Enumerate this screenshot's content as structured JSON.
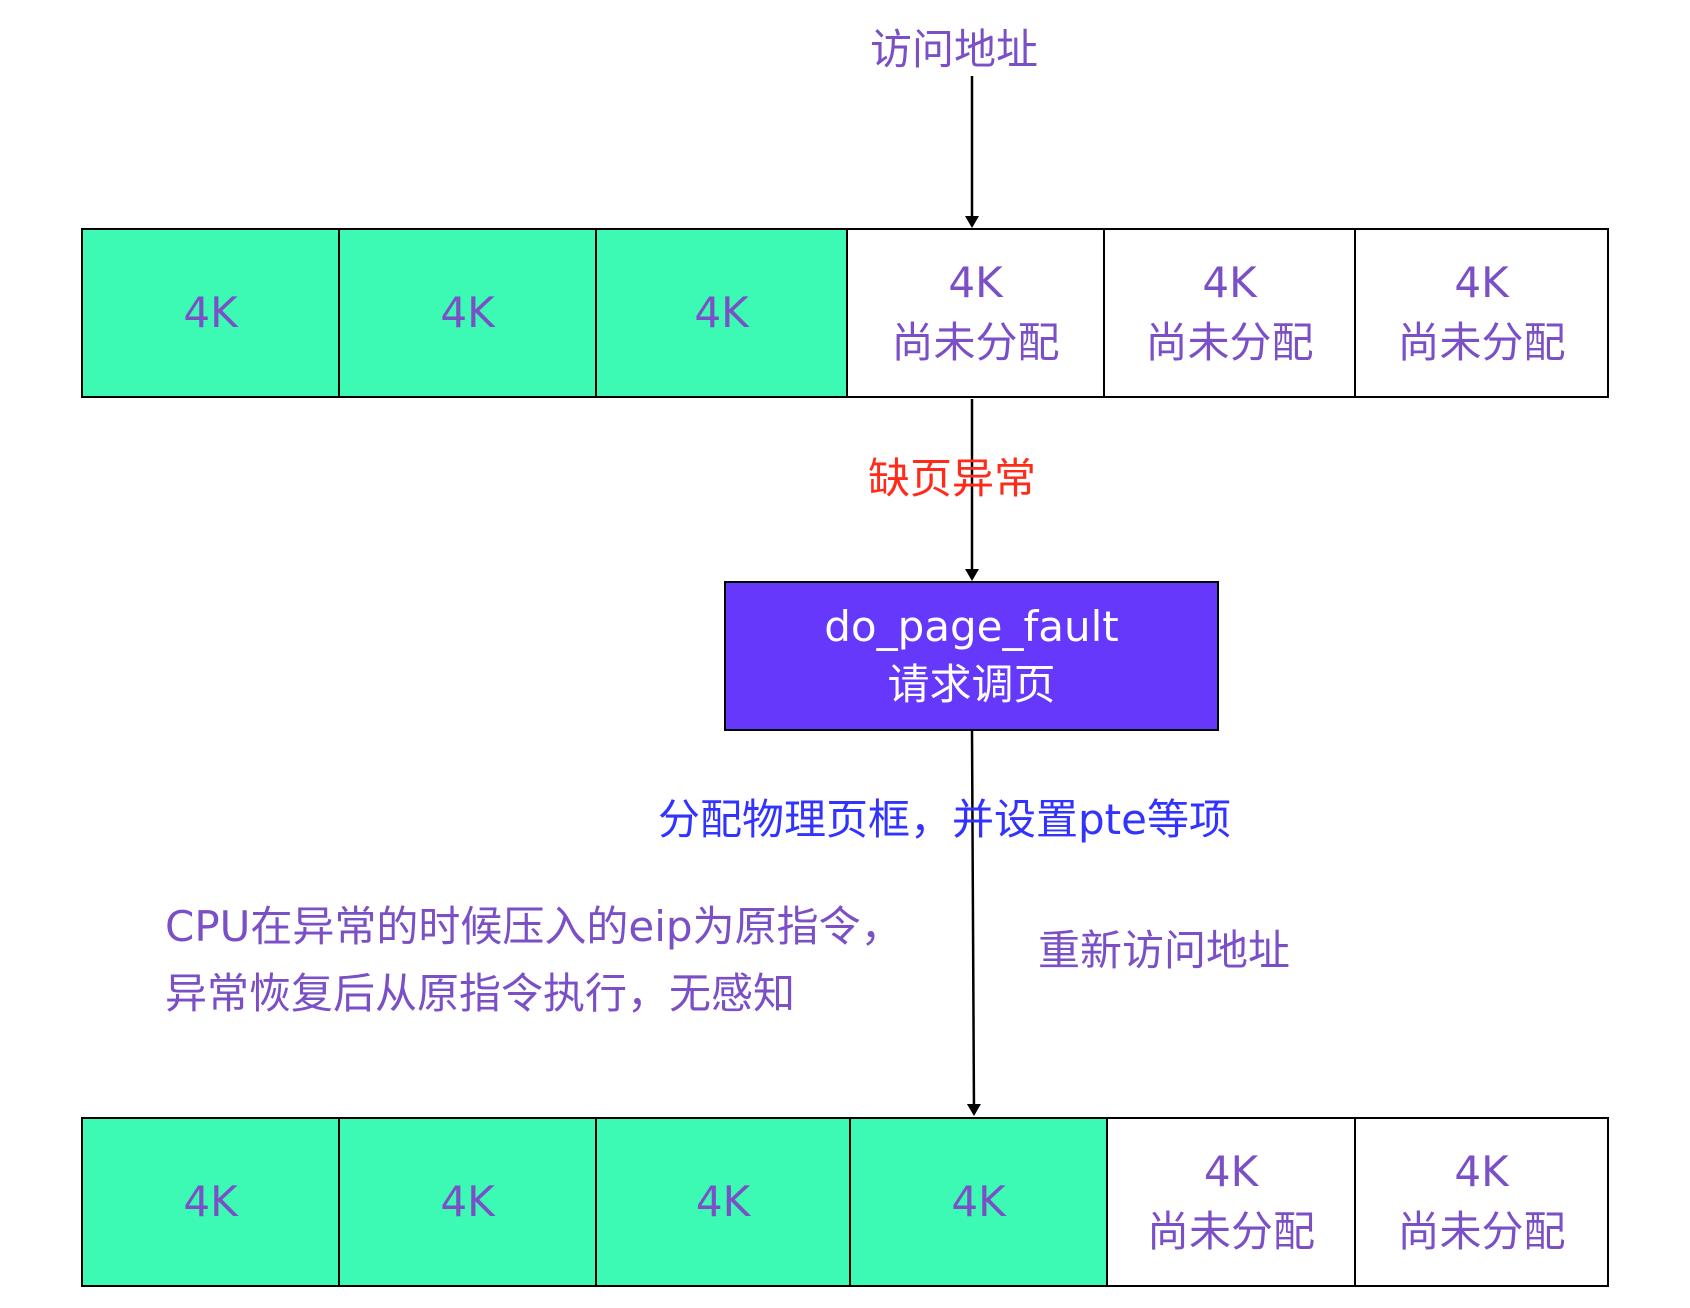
{
  "top_label": "访问地址",
  "top_row": {
    "cells": [
      {
        "size": "4K",
        "status": "",
        "state": "allocated"
      },
      {
        "size": "4K",
        "status": "",
        "state": "allocated"
      },
      {
        "size": "4K",
        "status": "",
        "state": "allocated"
      },
      {
        "size": "4K",
        "status": "尚未分配",
        "state": "free"
      },
      {
        "size": "4K",
        "status": "尚未分配",
        "state": "free"
      },
      {
        "size": "4K",
        "status": "尚未分配",
        "state": "free"
      }
    ]
  },
  "fault_label": "缺页异常",
  "handler": {
    "line1": "do_page_fault",
    "line2": "请求调页"
  },
  "alloc_label": "分配物理页框，并设置pte等项",
  "note": {
    "line1": "CPU在异常的时候压入的eip为原指令，",
    "line2": "异常恢复后从原指令执行，无感知"
  },
  "retry_label": "重新访问地址",
  "bottom_row": {
    "cells": [
      {
        "size": "4K",
        "status": "",
        "state": "allocated"
      },
      {
        "size": "4K",
        "status": "",
        "state": "allocated"
      },
      {
        "size": "4K",
        "status": "",
        "state": "allocated"
      },
      {
        "size": "4K",
        "status": "",
        "state": "allocated"
      },
      {
        "size": "4K",
        "status": "尚未分配",
        "state": "free"
      },
      {
        "size": "4K",
        "status": "尚未分配",
        "state": "free"
      }
    ]
  },
  "colors": {
    "allocated_fill": "#3cf9b4",
    "handler_fill": "#6538fb",
    "label_purple": "#7b4fc6",
    "fault_red": "#ff2a1a",
    "alloc_blue": "#3333ff"
  }
}
